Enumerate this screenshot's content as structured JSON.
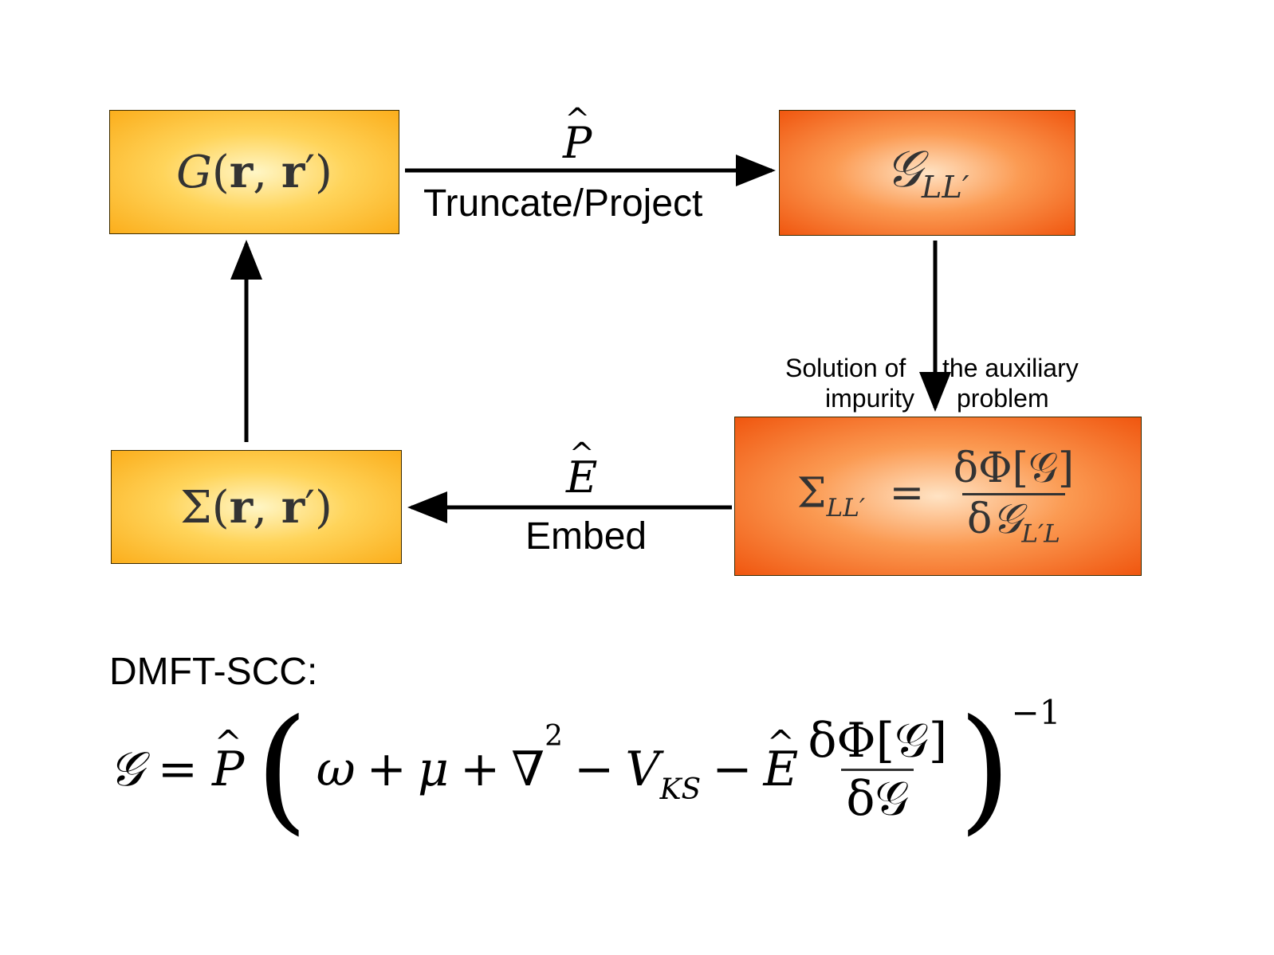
{
  "boxes": {
    "g_real": {
      "func": "G",
      "args_r": "r",
      "args_rp": "r",
      "prime": "′"
    },
    "g_local": {
      "sym": "𝒢",
      "sub": "LL′"
    },
    "sigma_real": {
      "func": "Σ",
      "args_r": "r",
      "args_rp": "r",
      "prime": "′"
    },
    "sigma_local": {
      "lhs_sym": "Σ",
      "lhs_sub": "LL′",
      "eq": "=",
      "num": "δΦ[𝒢]",
      "den_delta": "δ",
      "den_sym": "𝒢",
      "den_sub": "L′L"
    }
  },
  "edges": {
    "project": {
      "operator": "P",
      "label": "Truncate/Project"
    },
    "embed": {
      "operator": "E",
      "label": "Embed"
    },
    "solve": {
      "label_line1_left": "Solution of",
      "label_line1_right": "the auxiliary",
      "label_line2_left": "impurity",
      "label_line2_right": "problem"
    }
  },
  "formula": {
    "title": "DMFT-SCC:",
    "lhs": "𝒢",
    "eq": "=",
    "op": "P",
    "open": "(",
    "omega": "ω",
    "plus1": "+",
    "mu": "μ",
    "plus2": "+",
    "nabla": "∇",
    "sq": "2",
    "minus1": "−",
    "v": "V",
    "v_sub": "KS",
    "minus2": "−",
    "e_op": "E",
    "num": "δΦ[𝒢]",
    "den": "δ𝒢",
    "close": ")",
    "exp": "−1"
  },
  "colors": {
    "yellow_box": "#fbae1c",
    "orange_box": "#f0560f",
    "arrow": "#000000"
  }
}
